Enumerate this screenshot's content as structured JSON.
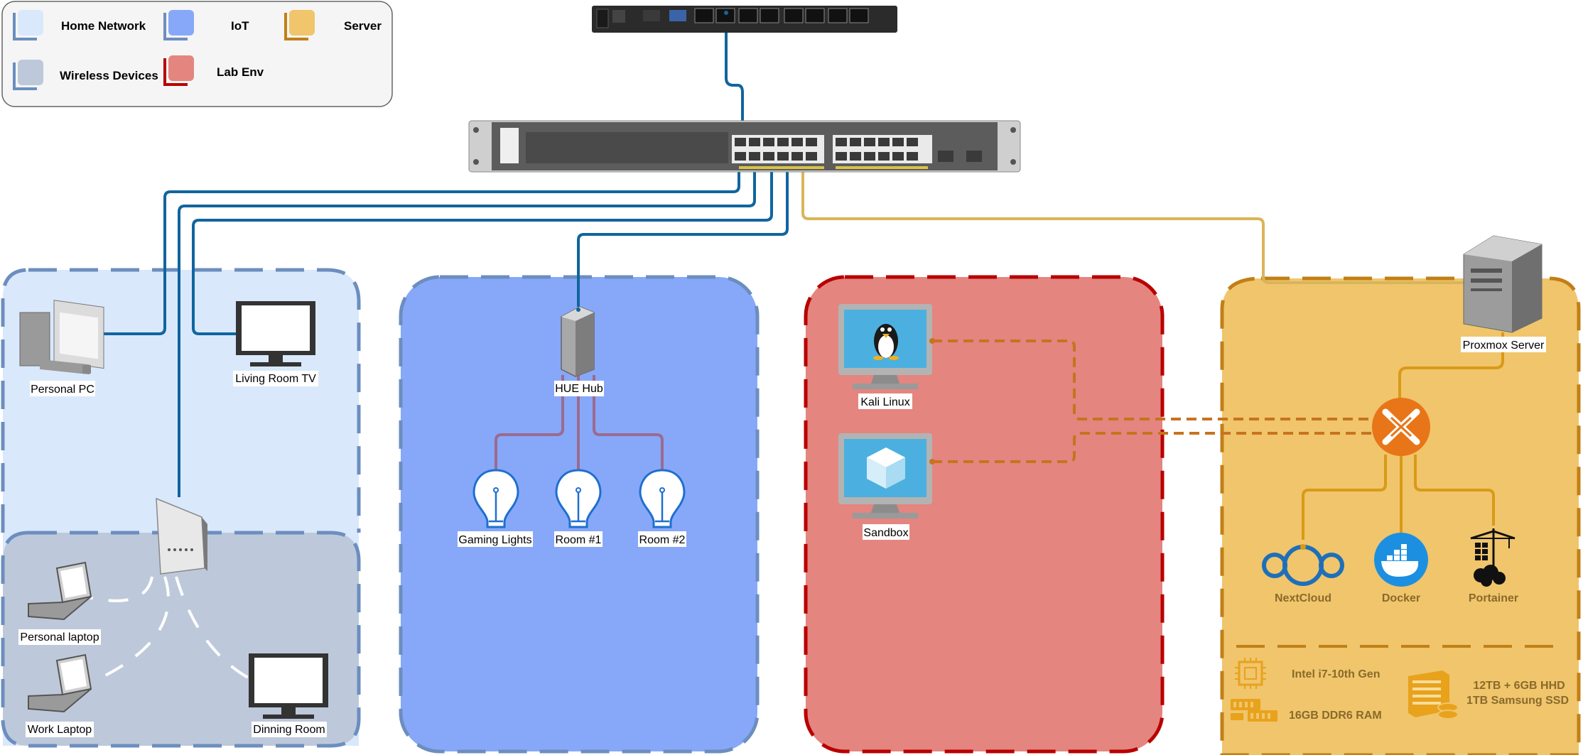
{
  "legend": {
    "home_network": "Home Network",
    "iot": "IoT",
    "server": "Server",
    "wireless_devices": "Wireless Devices",
    "lab_env": "Lab Env"
  },
  "colors": {
    "home_network": "#dae8fc",
    "home_network_border": "#6c8ebf",
    "iot": "#87a8f8",
    "server": "#f0c56c",
    "server_border": "#c27f16",
    "wireless": "#bdc9da",
    "lab_env": "#e48580",
    "lab_env_border": "#b80000",
    "ethernet": "#10659e",
    "server_link": "#d9b55a",
    "hue_link": "#9a6b8f",
    "lab_link": "#c8731e",
    "proxmox_orange": "#e87518",
    "server_lines": "#d99a16"
  },
  "home": {
    "personal_pc": "Personal PC",
    "living_room_tv": "Living Room TV",
    "personal_laptop": "Personal laptop",
    "work_laptop": "Work Laptop",
    "dinning_room": "Dinning Room"
  },
  "iot": {
    "hue_hub": "HUE Hub",
    "gaming_lights": "Gaming Lights",
    "room1": "Room #1",
    "room2": "Room #2"
  },
  "lab": {
    "kali": "Kali Linux",
    "sandbox": "Sandbox"
  },
  "server": {
    "proxmox": "Proxmox Server",
    "nextcloud": "NextCloud",
    "docker": "Docker",
    "portainer": "Portainer",
    "cpu": "Intel i7-10th Gen",
    "ram": "16GB DDR6 RAM",
    "storage_line1": "12TB + 6GB HHD",
    "storage_line2": "1TB Samsung SSD"
  },
  "icons": {
    "router": "router-icon",
    "switch": "switch-icon",
    "pc": "desktop-pc-icon",
    "tv": "monitor-icon",
    "access_point": "wireless-access-point-icon",
    "laptop": "laptop-icon",
    "bulb": "light-bulb-icon",
    "hub": "hub-icon",
    "vm": "virtual-machine-icon",
    "tower": "server-tower-icon",
    "proxmox": "proxmox-icon",
    "nextcloud": "nextcloud-icon",
    "docker": "docker-icon",
    "portainer": "portainer-icon",
    "cpu": "cpu-icon",
    "ram": "ram-icon",
    "storage": "storage-icon"
  }
}
